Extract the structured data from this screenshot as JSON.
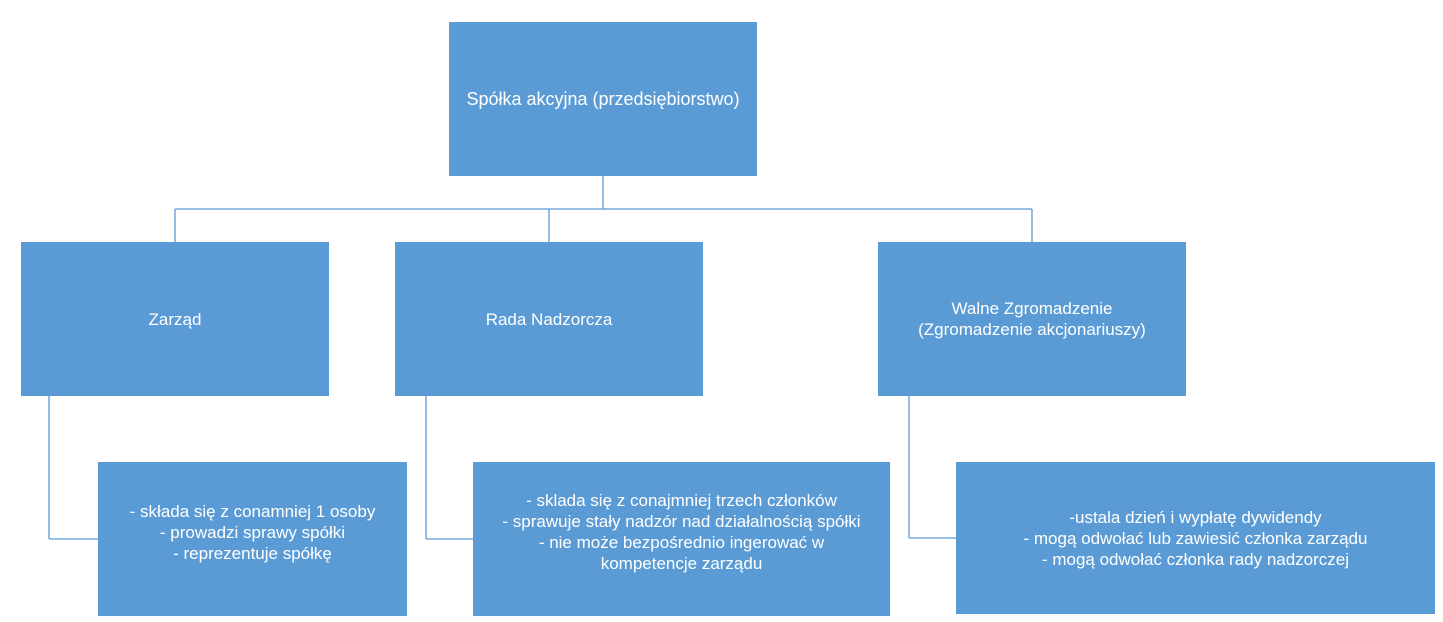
{
  "root": {
    "lines": [
      "Spółka akcyjna (przedsiębiorstwo)"
    ]
  },
  "branches": [
    {
      "title_lines": [
        "Zarząd"
      ],
      "details": [
        "- składa się z conamniej 1 osoby",
        "- prowadzi sprawy spółki",
        "- reprezentuje spółkę"
      ]
    },
    {
      "title_lines": [
        "Rada Nadzorcza"
      ],
      "details": [
        "- sklada się z conajmniej trzech członków",
        "- sprawuje stały nadzór nad działalnością spółki",
        "- nie może bezpośrednio ingerować w",
        "kompetencje zarządu"
      ]
    },
    {
      "title_lines": [
        "Walne Zgromadzenie",
        "(Zgromadzenie akcjonariuszy)"
      ],
      "details": [
        "-ustala dzień i wypłatę dywidendy",
        "- mogą odwołać lub zawiesić członka zarządu",
        "- mogą odwołać członka rady nadzorczej"
      ]
    }
  ],
  "colors": {
    "box_fill": "#5b9bd5",
    "box_text": "#ffffff",
    "connector": "#5b9bd5"
  }
}
